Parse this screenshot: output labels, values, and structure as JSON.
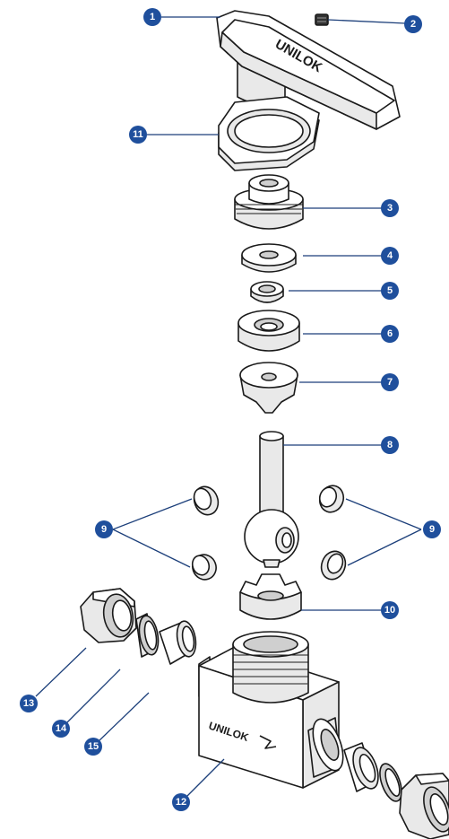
{
  "brand_text": "UNILOK",
  "callouts": [
    {
      "id": "callout-1",
      "label": "1"
    },
    {
      "id": "callout-2",
      "label": "2"
    },
    {
      "id": "callout-3",
      "label": "3"
    },
    {
      "id": "callout-4",
      "label": "4"
    },
    {
      "id": "callout-5",
      "label": "5"
    },
    {
      "id": "callout-6",
      "label": "6"
    },
    {
      "id": "callout-7",
      "label": "7"
    },
    {
      "id": "callout-8",
      "label": "8"
    },
    {
      "id": "callout-9a",
      "label": "9"
    },
    {
      "id": "callout-9b",
      "label": "9"
    },
    {
      "id": "callout-10",
      "label": "10"
    },
    {
      "id": "callout-11",
      "label": "11"
    },
    {
      "id": "callout-12",
      "label": "12"
    },
    {
      "id": "callout-13",
      "label": "13"
    },
    {
      "id": "callout-14",
      "label": "14"
    },
    {
      "id": "callout-15",
      "label": "15"
    }
  ],
  "colors": {
    "accent": "#1f4f9c",
    "line": "#1a1a1a",
    "shade": "#e9e9e9"
  }
}
